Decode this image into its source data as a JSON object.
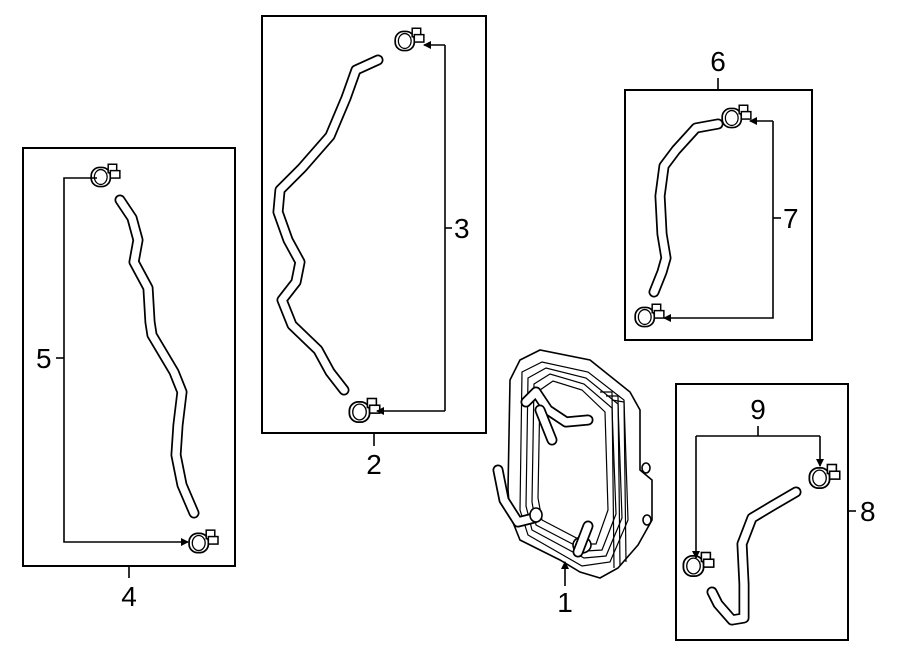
{
  "diagram": {
    "callouts": {
      "c1": "1",
      "c2": "2",
      "c3": "3",
      "c4": "4",
      "c5": "5",
      "c6": "6",
      "c7": "7",
      "c8": "8",
      "c9": "9"
    },
    "line_color": "#000000",
    "background_color": "#ffffff"
  }
}
